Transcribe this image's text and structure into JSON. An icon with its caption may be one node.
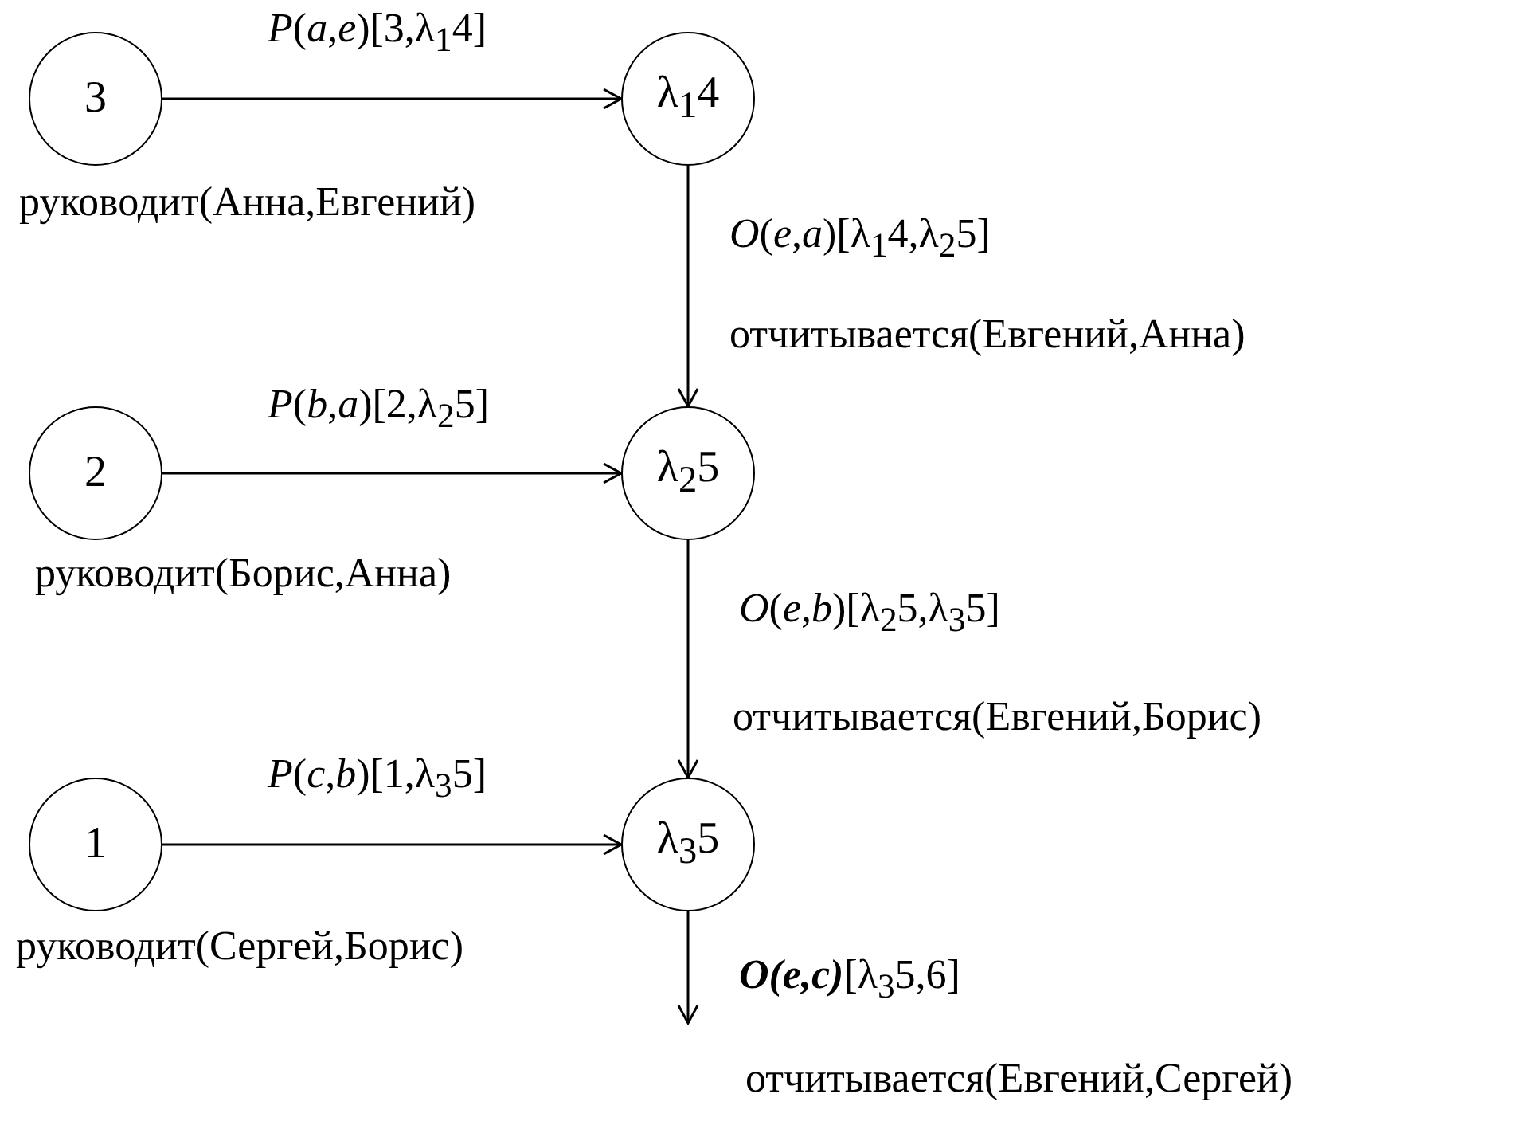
{
  "diagram": {
    "nodes": [
      {
        "text": [
          "3"
        ],
        "beside": [
          "руководит(Анна,Евгений)"
        ]
      },
      {
        "text": [
          "λ$_{1}$4"
        ]
      },
      {
        "text": [
          "2"
        ],
        "beside": [
          "руководит(Борис,Анна)"
        ]
      },
      {
        "text": [
          "λ$_{2}$5"
        ]
      },
      {
        "text": [
          "1"
        ],
        "beside": [
          "руководит(Сергей,Борис)"
        ]
      },
      {
        "text": [
          "λ$_{3}$5"
        ]
      }
    ],
    "edges": [
      {
        "from": 0,
        "to": 1,
        "arrow": "to",
        "label": "*P*(*a*,*e*)[3,λ$_{1}$4]"
      },
      {
        "from": 1,
        "to": 3,
        "arrow": "to",
        "label": "*O*(*e*,*a*)[λ$_{1}$4,λ$_{2}$5]"
      },
      {
        "from": 2,
        "to": 3,
        "arrow": "to",
        "label": "*P*(*b*,*a*)[2,λ$_{2}$5]"
      },
      {
        "from": 3,
        "to": 5,
        "arrow": "to",
        "label": "*O*(*e*,*b*)[λ$_{2}$5,λ$_{3}$5]"
      },
      {
        "from": 4,
        "to": 5,
        "arrow": "to",
        "label": "*P*(*c*,*b*)[1,λ$_{3}$5]"
      },
      {
        "from": 5,
        "to": null,
        "arrow": "to",
        "label": "**O(e,c)**[λ$_{3}$5,6]"
      }
    ],
    "labels": [
      "отчитывается(Евгений,Анна)",
      "отчитывается(Евгений,Борис)",
      "отчитывается(Евгений,Сергей)"
    ]
  }
}
